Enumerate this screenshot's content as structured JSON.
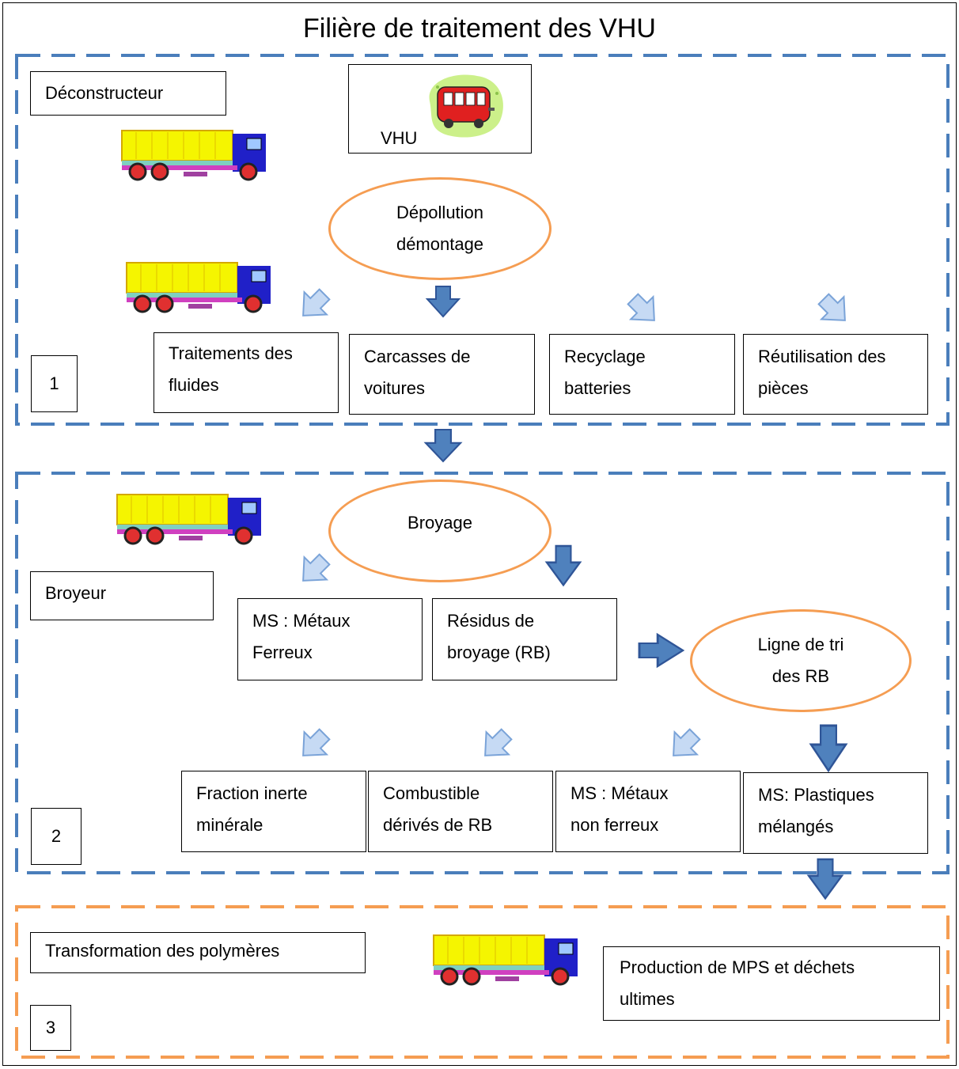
{
  "title": "Filière de traitement des VHU",
  "colors": {
    "blue_border": "#4a7ebb",
    "orange_border": "#f59d52",
    "arrow_dark": "#4f81bd",
    "arrow_light": "#c6daf4"
  },
  "section1": {
    "number": "1",
    "actor": "Déconstructeur",
    "source": "VHU",
    "process": [
      "Dépollution",
      "démontage"
    ],
    "outputs": [
      [
        "Traitements des",
        "fluides"
      ],
      [
        "Carcasses de",
        "voitures"
      ],
      [
        "Recyclage",
        "batteries"
      ],
      [
        "Réutilisation des",
        "pièces"
      ]
    ]
  },
  "section2": {
    "number": "2",
    "actor": "Broyeur",
    "process": "Broyage",
    "outputs": [
      [
        "MS : Métaux",
        "Ferreux"
      ],
      [
        "Résidus de",
        "broyage  (RB)"
      ]
    ],
    "sorting": [
      "Ligne de tri",
      "des RB"
    ],
    "sorted_outputs": [
      [
        "Fraction inerte",
        "minérale"
      ],
      [
        "Combustible",
        "dérivés de RB"
      ],
      [
        "MS : Métaux",
        "non ferreux"
      ],
      [
        "MS: Plastiques",
        "mélangés"
      ]
    ]
  },
  "section3": {
    "number": "3",
    "actor": "Transformation des polymères",
    "output": [
      "Production de MPS et déchets",
      "ultimes"
    ]
  },
  "icons": {
    "truck": "truck-icon",
    "bus": "bus-icon"
  }
}
